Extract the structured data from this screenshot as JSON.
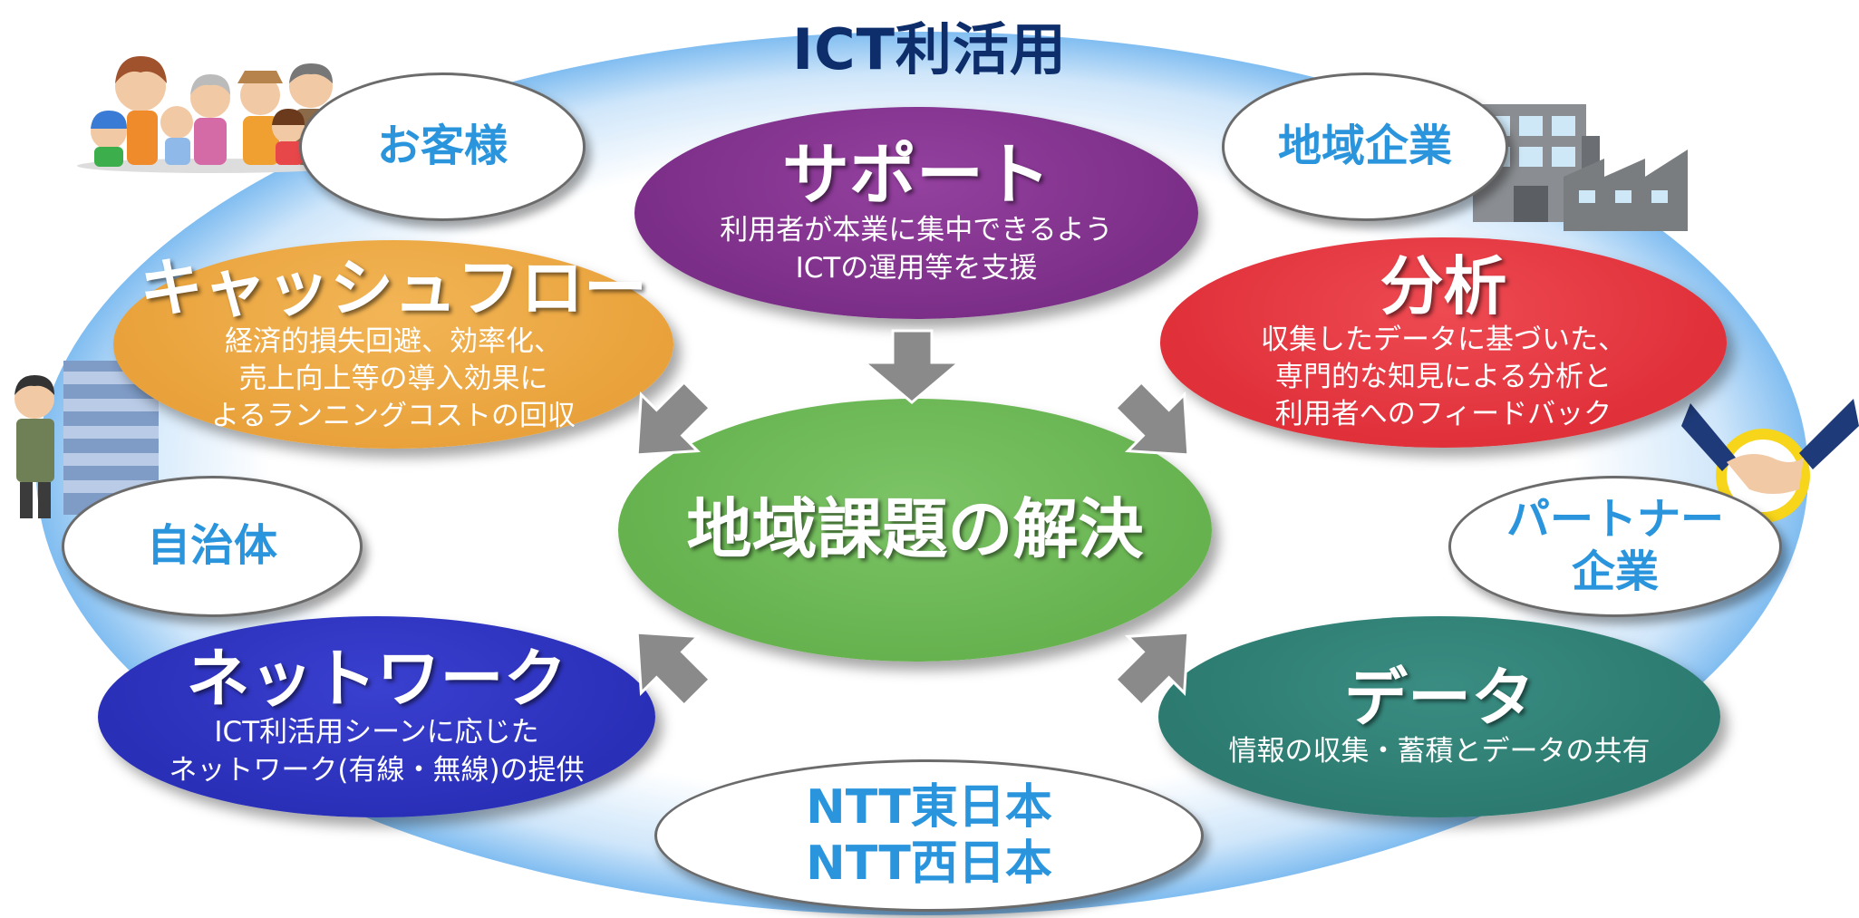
{
  "title": "ICT利活用",
  "center": "地域課題の解決",
  "pills": {
    "customers": "お客様",
    "regional_companies": "地域企業",
    "municipality": "自治体",
    "partner_line1": "パートナー",
    "partner_line2": "企業",
    "ntt_east": "NTT東日本",
    "ntt_west": "NTT西日本"
  },
  "blocks": {
    "support": {
      "heading": "サポート",
      "lines": [
        "利用者が本業に集中できるよう",
        "ICTの運用等を支援"
      ]
    },
    "cashflow": {
      "heading": "キャッシュフロー",
      "lines": [
        "経済的損失回避、効率化、",
        "売上向上等の導入効果に",
        "よるランニングコストの回収"
      ]
    },
    "analysis": {
      "heading": "分析",
      "lines": [
        "収集したデータに基づいた、",
        "専門的な知見による分析と",
        "利用者へのフィードバック"
      ]
    },
    "network": {
      "heading": "ネットワーク",
      "lines": [
        "ICT利活用シーンに応じた",
        "ネットワーク(有線・無線)の提供"
      ]
    },
    "data": {
      "heading": "データ",
      "lines": [
        "情報の収集・蓄積とデータの共有"
      ]
    }
  },
  "colors": {
    "title": "#0d2d6b",
    "support": "#7b2e87",
    "cashflow": "#e9a23b",
    "analysis": "#e0303a",
    "center": "#66b24f",
    "network": "#2a2fb8",
    "data": "#2c7a70",
    "pill_text": "#2a95dc",
    "arrow": "#8a8a8a",
    "halo": "#2f8fe6"
  },
  "icons": [
    "family-illustration-icon",
    "office-buildings-factory-icon",
    "municipal-officer-building-icon",
    "handshake-icon"
  ]
}
